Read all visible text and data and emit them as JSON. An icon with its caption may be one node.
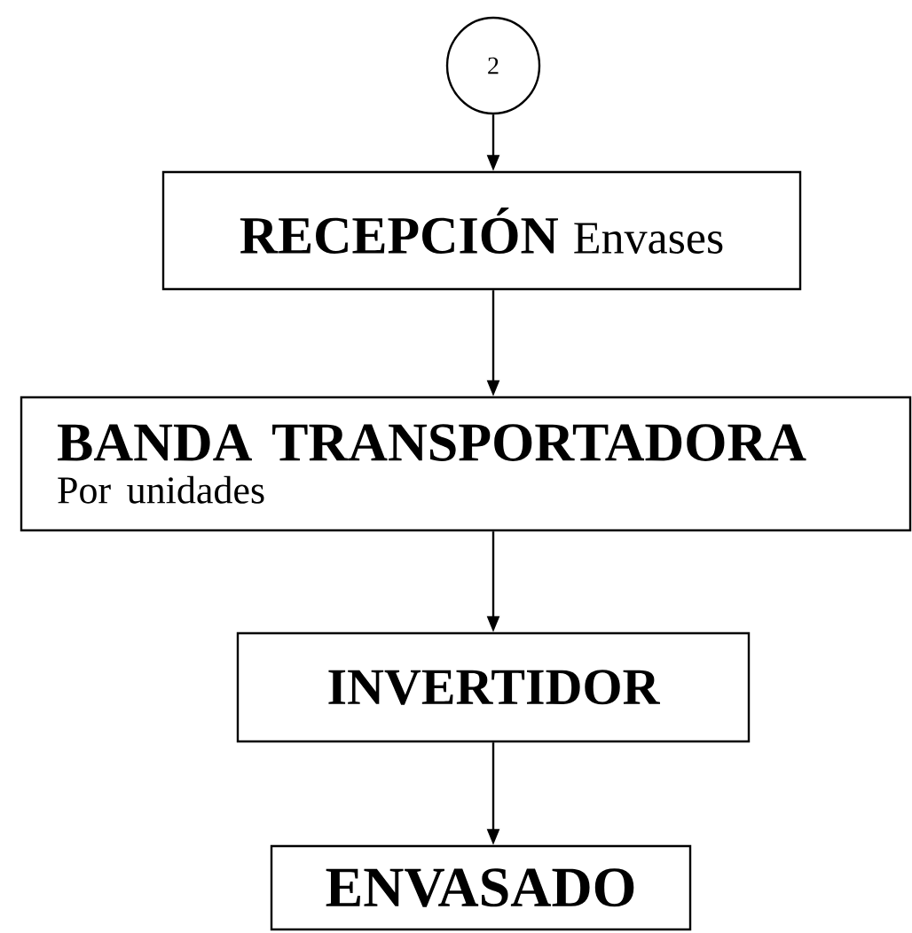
{
  "diagram": {
    "nodes": [
      {
        "text": [
          "2"
        ]
      },
      {
        "text": [
          "RECEPCIÓN",
          "Envases"
        ]
      },
      {
        "text": [
          "BANDA TRANSPORTADORA",
          "Por unidades"
        ]
      },
      {
        "text": [
          "INVERTIDOR"
        ]
      },
      {
        "text": [
          "ENVASADO"
        ]
      }
    ],
    "edges": [
      {
        "from": 0,
        "to": 1,
        "arrow": "to"
      },
      {
        "from": 1,
        "to": 2,
        "arrow": "to"
      },
      {
        "from": 2,
        "to": 3,
        "arrow": "to"
      },
      {
        "from": 3,
        "to": 4,
        "arrow": "to"
      }
    ]
  }
}
